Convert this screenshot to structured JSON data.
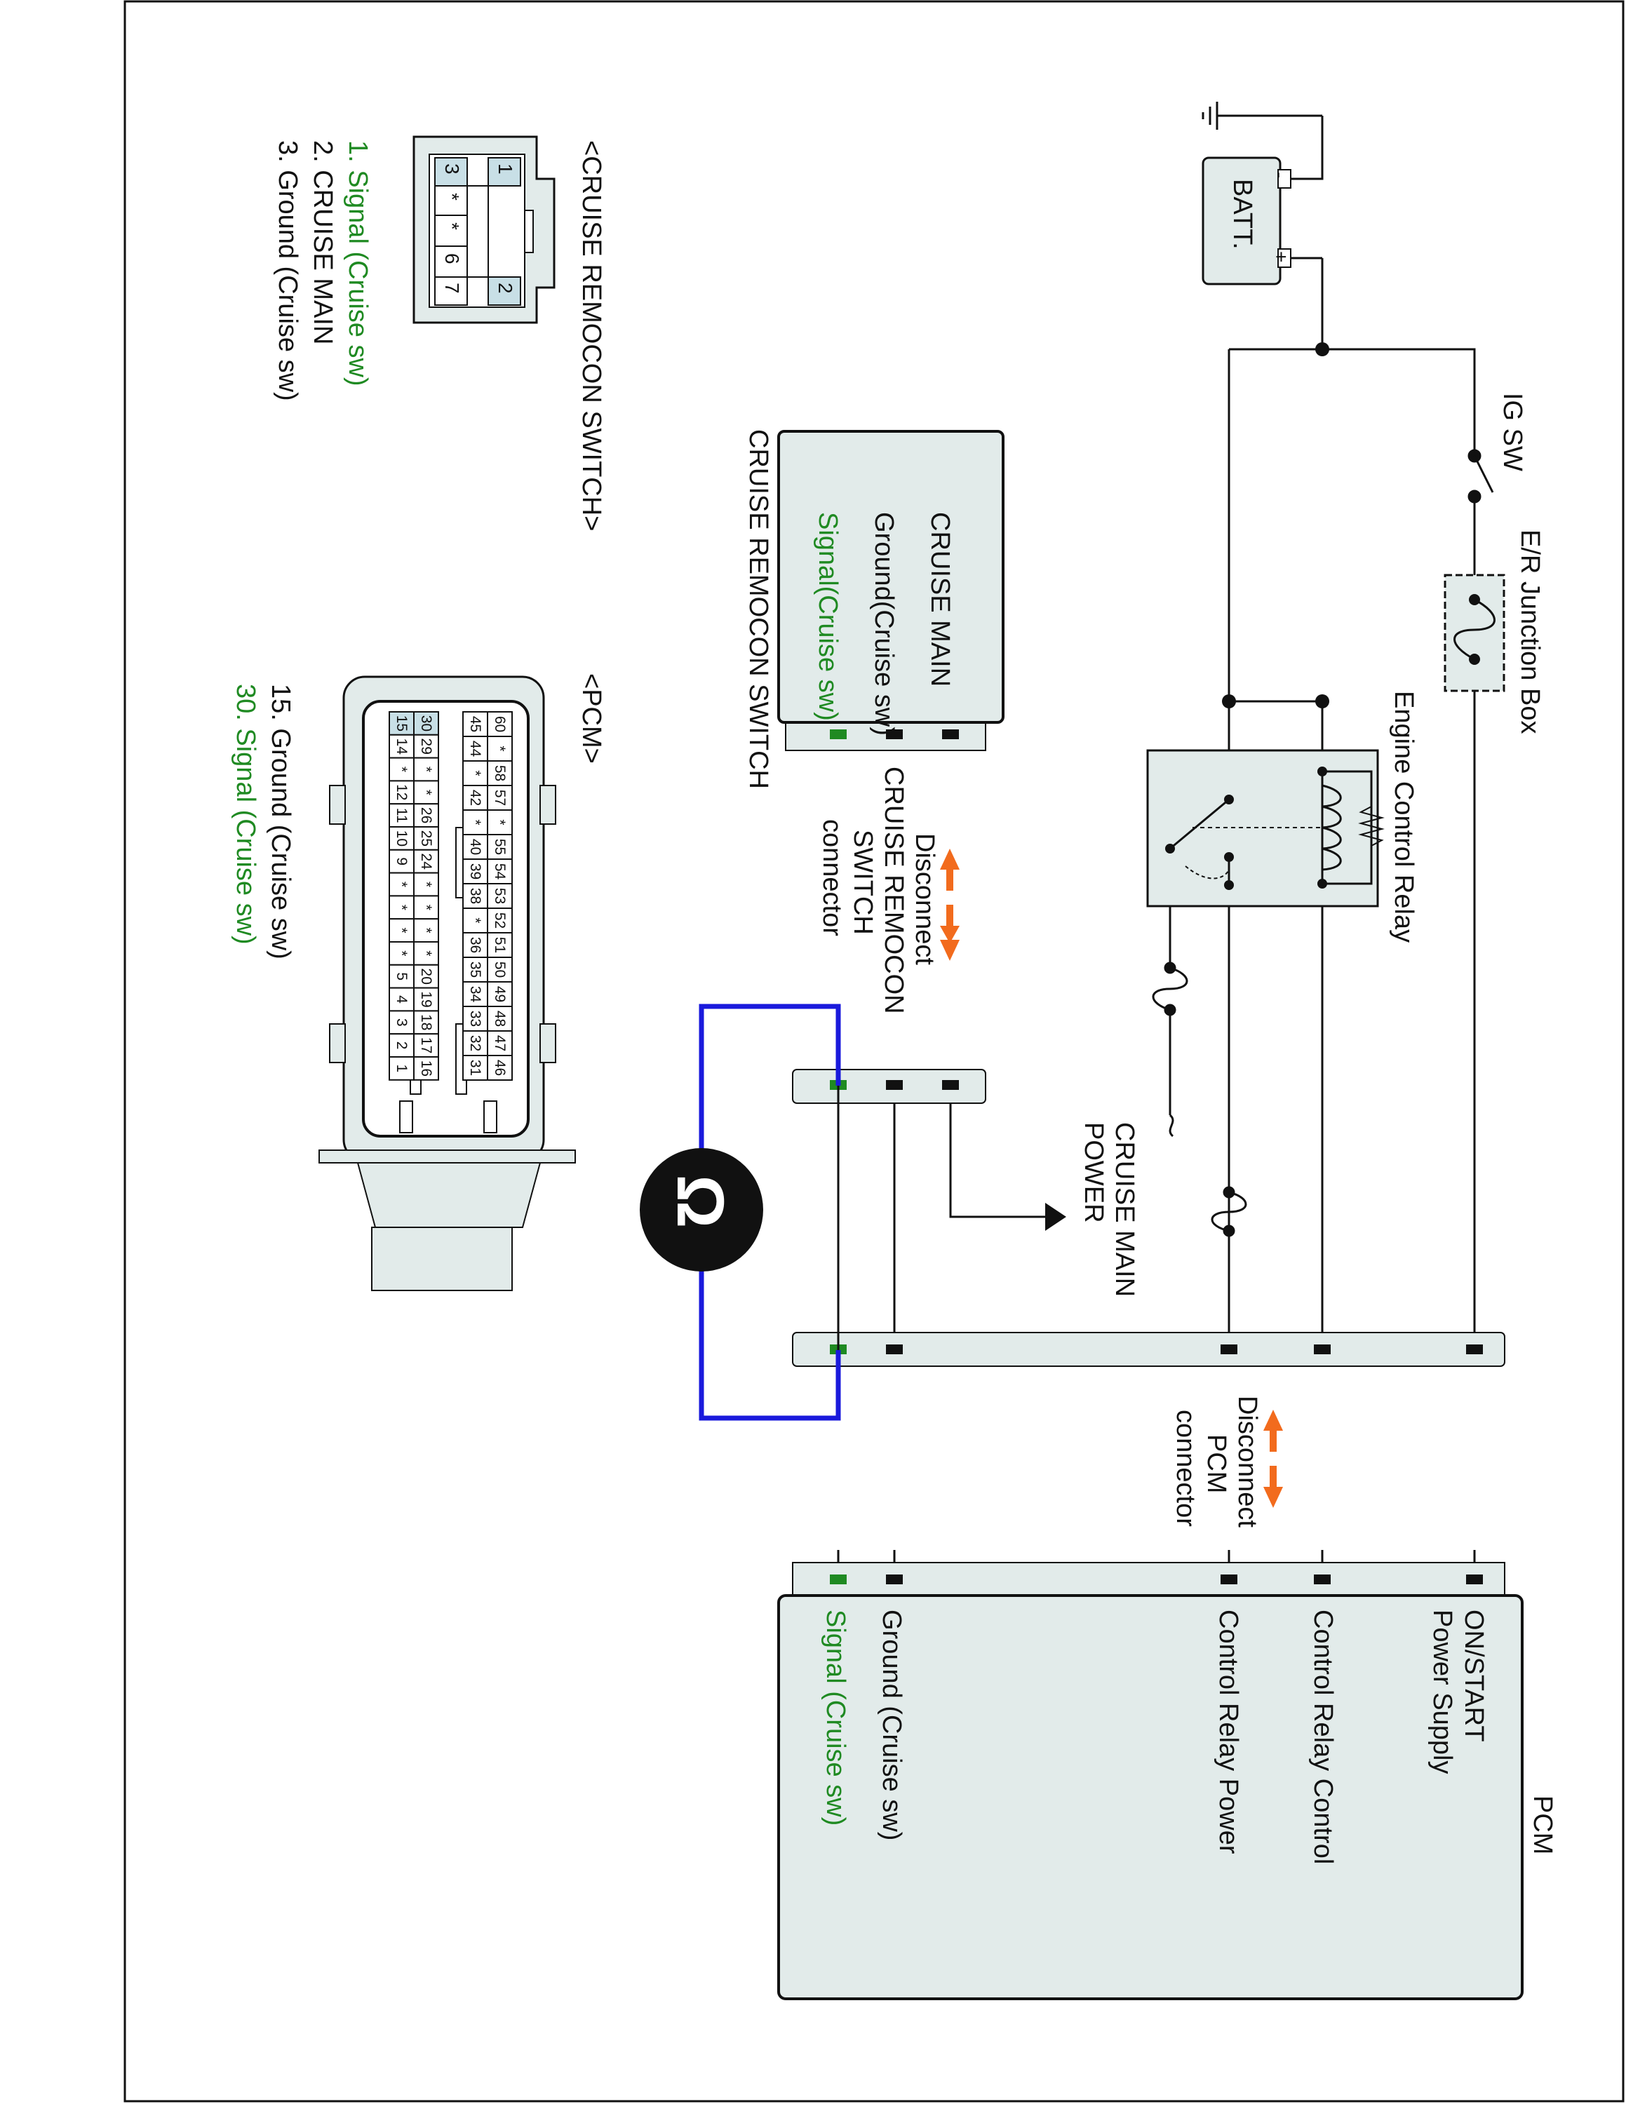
{
  "power": {
    "batt": "BATT.",
    "batt_minus": "-",
    "batt_plus": "+",
    "ig_sw": "IG SW",
    "junction_box": "E/R Junction Box",
    "relay": "Engine Control Relay",
    "cruise_main_power": [
      "CRUISE MAIN",
      "POWER"
    ]
  },
  "switch_module": {
    "title": "CRUISE REMOCON SWITCH",
    "pins": [
      "CRUISE MAIN",
      "Ground(Cruise sw)",
      "Signal(Cruise sw)"
    ]
  },
  "pcm_module": {
    "title": "PCM",
    "pins": [
      "ON/START",
      "Power Supply",
      "Control Relay Control",
      "Control Relay Power",
      "Ground (Cruise sw)",
      "Signal (Cruise sw)"
    ]
  },
  "disconnect_switch": [
    "Disconnect",
    "CRUISE REMOCON",
    "SWITCH",
    "connector"
  ],
  "disconnect_pcm": [
    "Disconnect",
    "PCM",
    "connector"
  ],
  "ohmmeter_symbol": "Ω",
  "connector_switch": {
    "heading": "<CRUISE REMOCON SWITCH>",
    "pins_row_top": [
      "1",
      "",
      "",
      "2"
    ],
    "pins_row_bottom": [
      "3",
      "*",
      "*",
      "6",
      "7"
    ],
    "legend": [
      "1. Signal (Cruise sw)",
      "2. CRUISE MAIN",
      "3. Ground (Cruise sw)"
    ]
  },
  "connector_pcm": {
    "heading": "<PCM>",
    "row1": [
      "60",
      "*",
      "58",
      "57",
      "*",
      "55",
      "54",
      "53",
      "52",
      "51",
      "50",
      "49",
      "48",
      "47",
      "46"
    ],
    "row2": [
      "45",
      "44",
      "*",
      "42",
      "*",
      "40",
      "39",
      "38",
      "*",
      "36",
      "35",
      "34",
      "33",
      "32",
      "31"
    ],
    "row3": [
      "30",
      "29",
      "*",
      "*",
      "26",
      "25",
      "24",
      "*",
      "*",
      "*",
      "*",
      "20",
      "19",
      "18",
      "17",
      "16"
    ],
    "row4": [
      "15",
      "14",
      "*",
      "12",
      "11",
      "10",
      "9",
      "*",
      "*",
      "*",
      "*",
      "5",
      "4",
      "3",
      "2",
      "1"
    ],
    "legend": [
      "15. Ground (Cruise sw)",
      "30. Signal (Cruise sw)"
    ]
  },
  "colors": {
    "wire": "#111111",
    "meter_wire": "#1a1adc",
    "signal_green": "#1f8a22",
    "arrow": "#f26b1d",
    "box_fill": "#e2ebea"
  }
}
